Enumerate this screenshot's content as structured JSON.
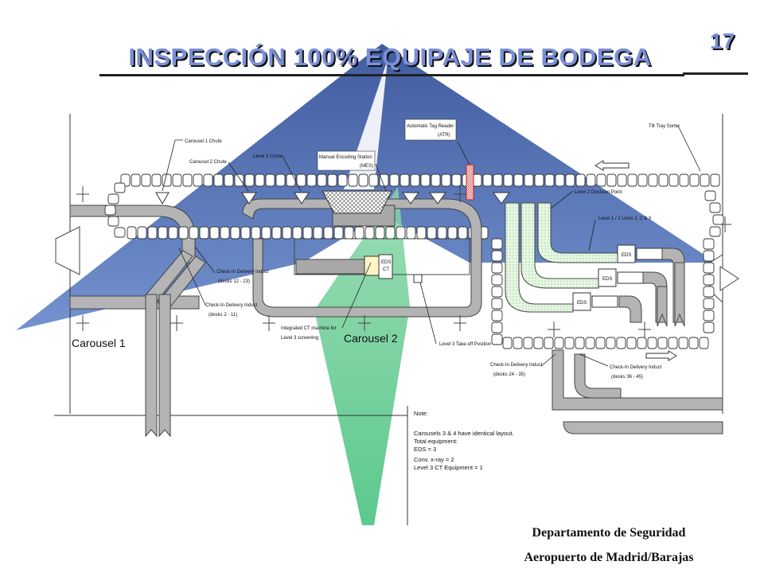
{
  "page_title": "INSPECCIÓN 100% EQUIPAJE DE BODEGA",
  "page_number": "17",
  "colors": {
    "title": "#7b8fd6",
    "arrow_blue": "#1f3f8f",
    "arrow_green": "#2aa760",
    "conveyor": "#b4b4b4",
    "eds_fill": "#d9f2d4"
  },
  "diagram": {
    "labels": {
      "atr_line1": "Automatic Tag Reader",
      "atr_line2": "(ATR)",
      "tilt_tray": "Tilt Tray Sorter",
      "carousel1_chute": "Carousel 1 Chute",
      "carousel2_chute": "Carousel 2 Chute",
      "level3_chute": "Level 3 Chute",
      "mes_line1": "Manual Encoding Station",
      "mes_line2": "(MES)",
      "level2_decision": "Level 2 Decision Point",
      "level12_lines": "Level 1 / 2 Lines 1, 2 & 3",
      "checkin_1223_line1": "Check-In Delivery Induct",
      "checkin_1223_line2": "(desks 12 - 23)",
      "checkin_211_line1": "Check-In Delivery Induct",
      "checkin_211_line2": "(desks 2 - 11)",
      "ct_line1": "Integrated CT machine for",
      "ct_line2": "Level 3 screening",
      "level3_takeoff": "Level 3 Take-off Position",
      "checkin_2435_line1": "Check-In Delivery Induct",
      "checkin_2435_line2": "(desks 24 - 35)",
      "checkin_3645_line1": "Check-In Delivery Induct",
      "checkin_3645_line2": "(desks 36 - 45)",
      "carousel1": "Carousel 1",
      "carousel2": "Carousel 2",
      "eds": "EDS",
      "eds_ct_line1": "EDS",
      "eds_ct_line2": "CT"
    },
    "notes": [
      "Note:",
      "Carousels 3 & 4 have identical layout.",
      "Total equipment:",
      "EDS = 3",
      "Conv. x-ray = 2",
      "Level 3 CT Equipment = 1"
    ]
  },
  "footer": {
    "line1": "Departamento de Seguridad",
    "line2": "Aeropuerto de Madrid/Barajas"
  }
}
